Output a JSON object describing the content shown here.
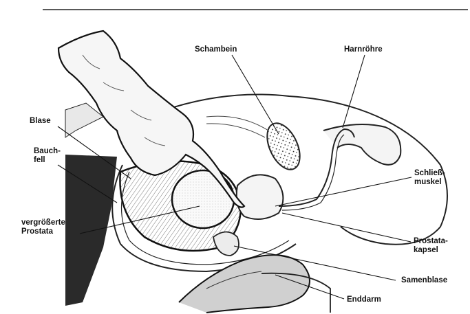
{
  "diagram": {
    "labels": {
      "schambein": "Schambein",
      "harnroehre": "Harnröhre",
      "blase": "Blase",
      "bauchfell": [
        "Bauch-",
        "fell"
      ],
      "schliessmuskel": [
        "Schließ-",
        "muskel"
      ],
      "prostata": [
        "vergrößerte",
        "Prostata"
      ],
      "kapsel": [
        "Prostata-",
        "kapsel"
      ],
      "samenblase": "Samenblase",
      "enddarm": "Enddarm"
    }
  }
}
